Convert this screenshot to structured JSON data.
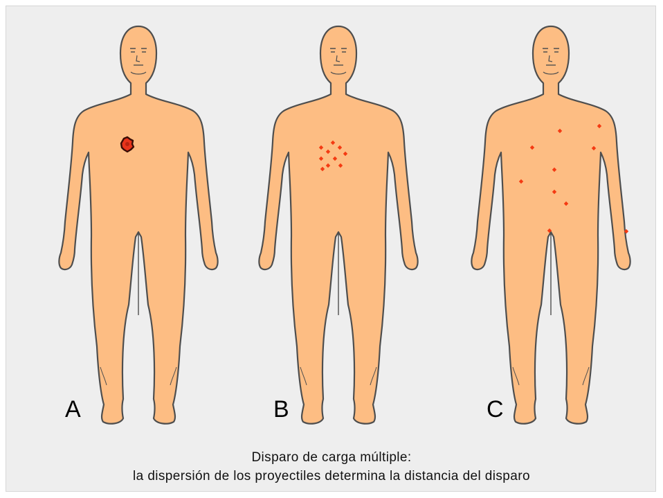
{
  "figures": [
    {
      "label": "A",
      "wound": "single-entry"
    },
    {
      "label": "B",
      "wound": "tight-cluster"
    },
    {
      "label": "C",
      "wound": "wide-spread"
    }
  ],
  "caption": {
    "line1": "Disparo de carga múltiple:",
    "line2": "la dispersión de los proyectiles determina la distancia del disparo"
  },
  "colors": {
    "skin": "#fdbd83",
    "outline": "#4e4e4e",
    "pellet": "#f43a12",
    "wound_fill": "#e8341b",
    "background": "#eeeeee"
  }
}
